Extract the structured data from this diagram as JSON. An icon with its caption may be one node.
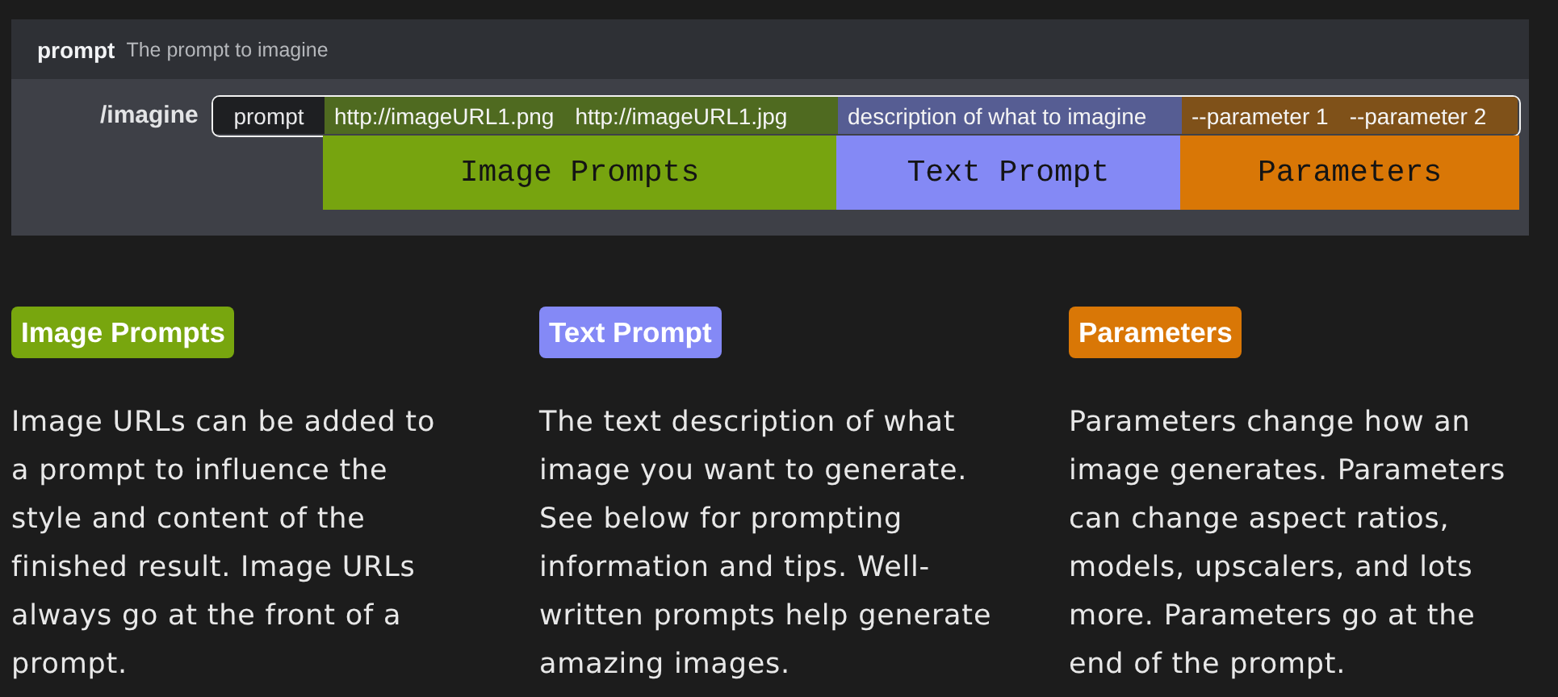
{
  "diagram": {
    "nodes": [
      {
        "text": [
          "prompt",
          "The prompt to imagine"
        ]
      },
      {
        "text": [],
        "shape": "box"
      },
      {
        "text": [
          "prompt"
        ],
        "in": 1
      },
      {
        "text": [
          "http://imageURL1.png",
          "http://imageURL1.jpg"
        ],
        "in": 1
      },
      {
        "text": [
          "description of what to imagine"
        ],
        "in": 1
      },
      {
        "text": [
          "--parameter 1",
          "--parameter 2"
        ],
        "in": 1
      },
      {
        "text": [
          "Image Prompts"
        ]
      },
      {
        "text": [
          "Text Prompt"
        ]
      },
      {
        "text": [
          "Parameters"
        ]
      },
      {
        "text": [
          "Image Prompts"
        ],
        "beside": [
          "Image URLs can be added to a prompt to influence the style and content of the finished result. Image URLs always go at the front of a prompt."
        ]
      },
      {
        "text": [
          "Text Prompt"
        ],
        "beside": [
          "The text description of what image you want to generate. See below for prompting information and tips. Well-written prompts help generate amazing images."
        ]
      },
      {
        "text": [
          "Parameters"
        ],
        "beside": [
          "Parameters change how an image generates. Parameters can change aspect ratios, models, upscalers, and lots more. Parameters go at the end of the prompt."
        ]
      }
    ],
    "labels": [
      "/imagine"
    ]
  }
}
